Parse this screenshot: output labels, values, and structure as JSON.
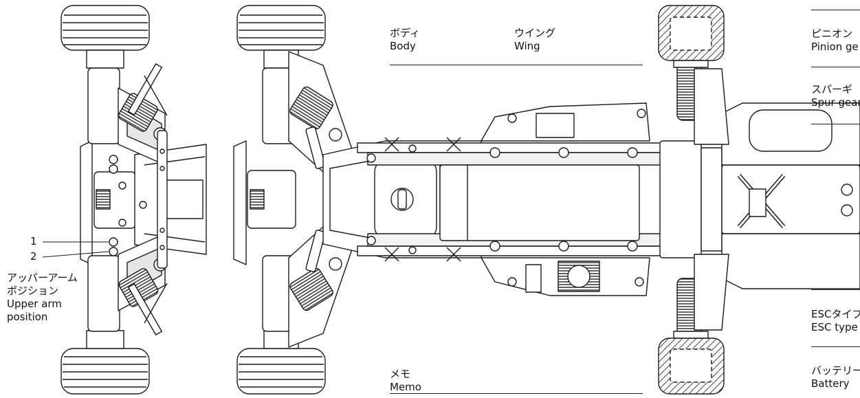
{
  "labels": {
    "body": {
      "ja": "ボディ",
      "en": "Body"
    },
    "wing": {
      "ja": "ウイング",
      "en": "Wing"
    },
    "memo": {
      "ja": "メモ",
      "en": "Memo"
    },
    "pinion": {
      "ja": "ピニオン",
      "en": "Pinion ge"
    },
    "spur": {
      "ja": "スパーギ",
      "en": "Spur gear"
    },
    "esc": {
      "ja": "ESCタイプ",
      "en": "ESC type"
    },
    "battery": {
      "ja": "バッテリー",
      "en": "Battery"
    }
  },
  "callouts": {
    "pos1": "1",
    "pos2": "2",
    "title_ja_1": "アッパーアーム",
    "title_ja_2": "ポジション",
    "title_en_1": "Upper arm",
    "title_en_2": "position"
  },
  "colors": {
    "ink": "#1a1a1a",
    "fill": "#ffffff",
    "shade": "#cfcfcf"
  }
}
